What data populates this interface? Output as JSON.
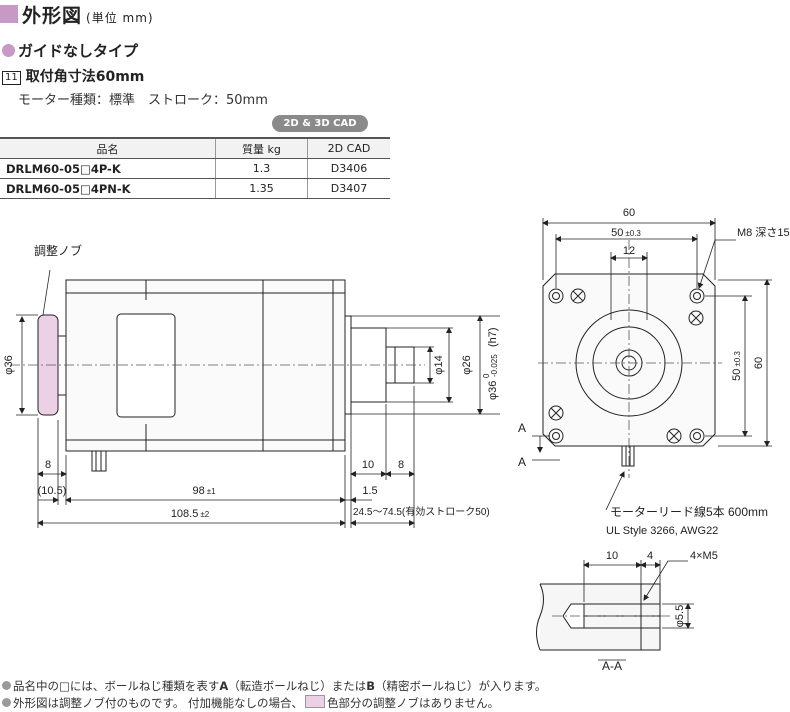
{
  "header": {
    "title": "外形図",
    "title_sub": "(単位 mm)"
  },
  "section": {
    "type_label": "ガイドなしタイプ",
    "size_no": "11",
    "size_label": "取付角寸法60mm",
    "motor_line": "モーター種類：標準　ストローク：50mm"
  },
  "cad_badge": "2D & 3D CAD",
  "table": {
    "headers": [
      "品名",
      "質量 kg",
      "2D CAD"
    ],
    "rows": [
      {
        "name": "DRLM60-05□4P-K",
        "mass": "1.3",
        "cad": "D3406"
      },
      {
        "name": "DRLM60-05□4PN-K",
        "mass": "1.35",
        "cad": "D3407"
      }
    ]
  },
  "drawing": {
    "knob_label": "調整ノブ",
    "phi36": "φ36",
    "phi14": "φ14",
    "phi26": "φ26",
    "phi36_tol_nom": "φ36",
    "phi36_tol_upper": "0",
    "phi36_tol_lower": "-0.025",
    "phi36_fit": "(h7)",
    "dim_8_left": "8",
    "dim_10_5": "(10.5)",
    "dim_98": "98",
    "dim_98_tol": "±1",
    "dim_108_5": "108.5",
    "dim_108_5_tol": "±2",
    "dim_10": "10",
    "dim_8_right": "8",
    "dim_1_5": "1.5",
    "dim_stroke": "24.5～74.5(有効ストローク50)",
    "front_60_top": "60",
    "front_50": "50",
    "front_50_tol": "±0.3",
    "front_12": "12",
    "front_m8": "M8 深さ15",
    "front_50_side": "50",
    "front_50_side_tol": "±0.3",
    "front_60_side": "60",
    "section_a_top": "A",
    "section_a_bottom": "A",
    "lead_line_1": "モーターリード線5本 600mm",
    "lead_line_2": "UL Style 3266, AWG22",
    "sec_10": "10",
    "sec_4": "4",
    "sec_4m5": "4×M5",
    "sec_phi5_5": "φ5.5",
    "sec_label": "A-A"
  },
  "notes": {
    "note1_a": "品名中の□には、ボールねじ種類を表す",
    "note1_b": "A",
    "note1_c": "（転造ボールねじ）または",
    "note1_d": "B",
    "note1_e": "（精密ボールねじ）が入ります。",
    "note2_a": "外形図は調整ノブ付のものです。 付加機能なしの場合、",
    "note2_b": "色部分の調整ノブはありません。"
  },
  "colors": {
    "accent": "#c79ac6",
    "knob_fill": "#ecd0e6",
    "line": "#222222",
    "body_fill": "#fafafa"
  }
}
